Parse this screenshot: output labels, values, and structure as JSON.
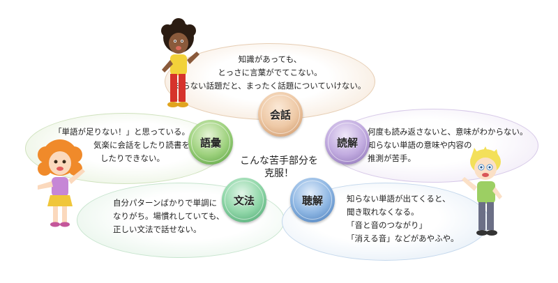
{
  "center_label": [
    "こんな苦手部分を",
    "克服！"
  ],
  "topics": {
    "kaiwa": {
      "label": "会話",
      "lines": [
        "知識があっても、",
        "とっさに言葉がでてこない。",
        "知らない話題だと、まったく話題についていけない。"
      ]
    },
    "goi": {
      "label": "語彙",
      "lines": [
        "「単語が足りない！」と思っている。",
        "気楽に会話をしたり読書を",
        "したりできない。"
      ]
    },
    "dokkai": {
      "label": "読解",
      "lines": [
        "何度も読み返さないと、意味がわからない。",
        "知らない単語の意味や内容の",
        "推測が苦手。"
      ]
    },
    "bunpo": {
      "label": "文法",
      "lines": [
        "自分パターンばかりで単調に",
        "なりがち。場慣れしていても、",
        "正しい文法で話せない。"
      ]
    },
    "choukai": {
      "label": "聴解",
      "lines": [
        "知らない単語が出てくると、",
        "聞き取れなくなる。",
        "「音と音のつながり」",
        "「消える音」などがあやふや。"
      ]
    }
  },
  "colors": {
    "kaiwa": "#e3b78f",
    "goi": "#6fb55a",
    "dokkai": "#a98cc8",
    "bunpo": "#63c28d",
    "choukai": "#5e93d0",
    "bubble_orange": "#f4e2cf",
    "bubble_green": "#e3efd6",
    "bubble_purple": "#ece4f4",
    "bubble_mint": "#dff1e3",
    "bubble_blue": "#dde9f5"
  }
}
